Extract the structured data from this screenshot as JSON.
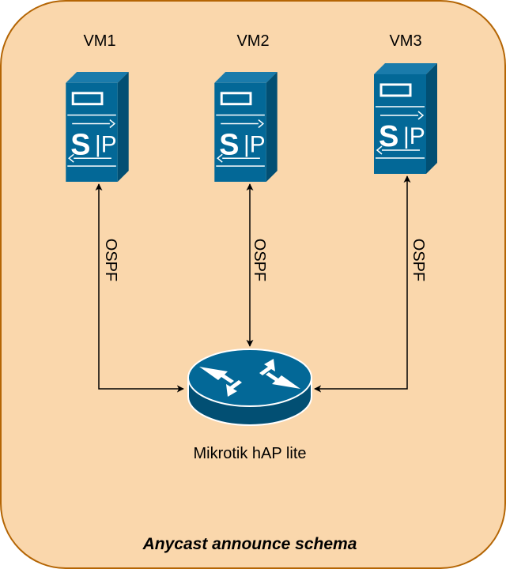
{
  "diagram": {
    "caption": "Anycast announce schema",
    "servers": [
      {
        "label": "VM1",
        "glyph": "SIP"
      },
      {
        "label": "VM2",
        "glyph": "SIP"
      },
      {
        "label": "VM3",
        "glyph": "SIP"
      }
    ],
    "links": [
      {
        "from": "VM1",
        "to": "router",
        "label": "OSPF"
      },
      {
        "from": "VM2",
        "to": "router",
        "label": "OSPF"
      },
      {
        "from": "VM3",
        "to": "router",
        "label": "OSPF"
      }
    ],
    "router": {
      "label": "Mikrotik hAP lite"
    },
    "colors": {
      "background": "#fad7ac",
      "border": "#b46504",
      "device": "#036897",
      "device_light": "#ffffff",
      "line": "#000000"
    },
    "icons": {
      "server": "sip-server-icon",
      "router": "router-icon"
    }
  }
}
